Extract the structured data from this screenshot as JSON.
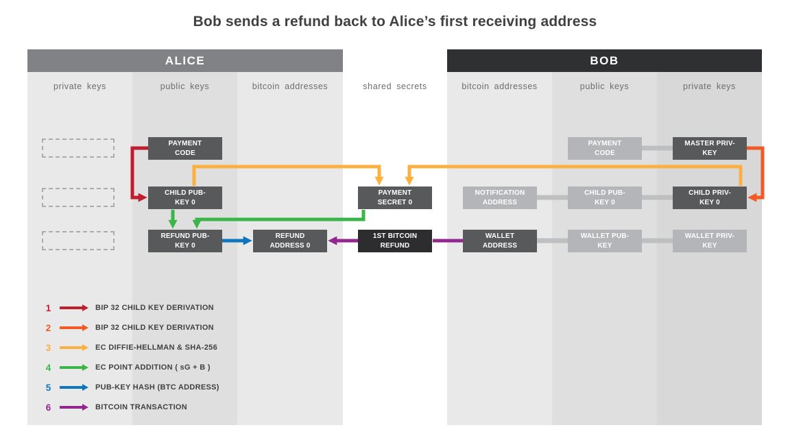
{
  "title": "Bob sends a refund back to Alice’s first receiving address",
  "colors": {
    "red": "#be1e2d",
    "orange": "#f15a24",
    "yellow": "#fbb040",
    "green": "#3bb54a",
    "blue": "#0f75bc",
    "purple": "#93268f",
    "alice_header_bg": "#808285",
    "bob_header_bg": "#2f3032",
    "box_dark": "#58595b",
    "box_light": "#b4b5b8",
    "box_black": "#2d2d2f",
    "connector": "#bdbfc1",
    "col_light": "#e9e9e9",
    "col_mid": "#dfdfdf",
    "col_dark": "#d8d8d8",
    "text_dark": "#414042",
    "col_label_text": "#6b6c6e"
  },
  "alice": {
    "header": "ALICE",
    "columns": [
      "private keys",
      "public keys",
      "bitcoin addresses"
    ],
    "boxes": {
      "payment_code": "PAYMENT CODE",
      "child_pub_key": "CHILD PUB-KEY 0",
      "refund_pub_key": "REFUND PUB-KEY 0",
      "refund_address": "REFUND ADDRESS 0"
    }
  },
  "shared": {
    "column": "shared secrets",
    "payment_secret": "PAYMENT SECRET 0",
    "first_bitcoin_refund": "1ST BITCOIN REFUND"
  },
  "bob": {
    "header": "BOB",
    "columns": [
      "bitcoin addresses",
      "public keys",
      "private keys"
    ],
    "boxes": {
      "notification_address": "NOTIFICATION ADDRESS",
      "wallet_address": "WALLET ADDRESS",
      "payment_code": "PAYMENT CODE",
      "child_pub_key": "CHILD PUB-KEY 0",
      "wallet_pub_key": "WALLET PUB-KEY",
      "master_priv_key": "MASTER PRIV-KEY",
      "child_priv_key": "CHILD PRIV-KEY 0",
      "wallet_priv_key": "WALLET PRIV-KEY"
    }
  },
  "flows": [
    {
      "step": "1",
      "color": "red",
      "from": "alice payment code",
      "to": "alice child pub-key 0"
    },
    {
      "step": "2",
      "color": "orange",
      "from": "bob master priv-key",
      "to": "bob child priv-key 0"
    },
    {
      "step": "3",
      "color": "yellow",
      "from": "alice child pub-key 0 + bob child priv-key 0",
      "to": "payment secret 0"
    },
    {
      "step": "4",
      "color": "green",
      "from": "alice child pub-key 0 + payment secret 0",
      "to": "refund pub-key 0"
    },
    {
      "step": "5",
      "color": "blue",
      "from": "refund pub-key 0",
      "to": "refund address 0"
    },
    {
      "step": "6",
      "color": "purple",
      "from": "bob wallet address via 1st bitcoin refund",
      "to": "refund address 0"
    }
  ],
  "legend": [
    {
      "num": "1",
      "color": "red",
      "label": "BIP 32 CHILD KEY DERIVATION"
    },
    {
      "num": "2",
      "color": "orange",
      "label": "BIP 32 CHILD KEY DERIVATION"
    },
    {
      "num": "3",
      "color": "yellow",
      "label": "EC DIFFIE-HELLMAN & SHA-256"
    },
    {
      "num": "4",
      "color": "green",
      "label": "EC POINT ADDITION ( sG + B )"
    },
    {
      "num": "5",
      "color": "blue",
      "label": "PUB-KEY HASH (BTC ADDRESS)"
    },
    {
      "num": "6",
      "color": "purple",
      "label": "BITCOIN TRANSACTION"
    }
  ]
}
